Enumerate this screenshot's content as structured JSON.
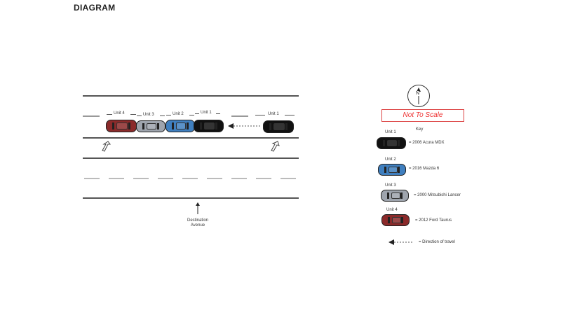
{
  "page_title": "DIAGRAM",
  "street": {
    "label_line1": "Destination",
    "label_line2": "Avenue"
  },
  "units": [
    {
      "label": "Unit 4",
      "color": "#8b2a2a"
    },
    {
      "label": "Unit 3",
      "color": "#9ea4ad"
    },
    {
      "label": "Unit 2",
      "color": "#3f7fbf"
    },
    {
      "label": "Unit 1",
      "color": "#111111"
    },
    {
      "label": "Unit 1",
      "color": "#111111"
    }
  ],
  "not_to_scale": "Not To Scale",
  "compass_letter": "N",
  "key": {
    "title": "Key",
    "items": [
      {
        "unit": "Unit 1",
        "text": "= 2006 Acura MDX",
        "color": "#111111"
      },
      {
        "unit": "Unit 2",
        "text": "= 2016 Mazda 6",
        "color": "#3f7fbf"
      },
      {
        "unit": "Unit 3",
        "text": "= 2000 Mitsubishi Lancer",
        "color": "#9ea4ad"
      },
      {
        "unit": "Unit 4",
        "text": "= 2012 Ford Taurus",
        "color": "#8b2a2a"
      }
    ],
    "direction_text": "= Direction of travel"
  }
}
